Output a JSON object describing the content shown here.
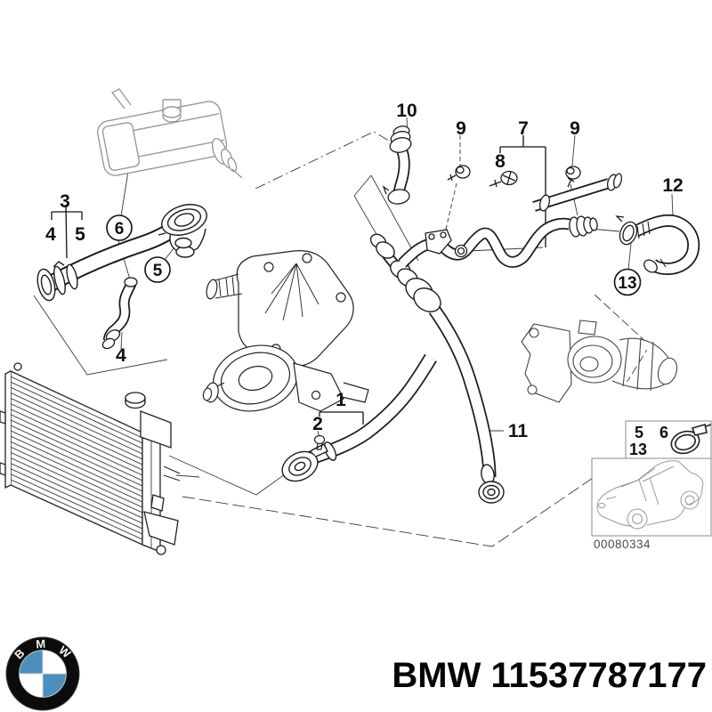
{
  "callouts": {
    "c1": "1",
    "c2": "2",
    "c3": "3",
    "c4_top": "4",
    "c5_top": "5",
    "c4_bottom": "4",
    "c5_circle": "5",
    "c6_circle": "6",
    "c7": "7",
    "c8": "8",
    "c9_left": "9",
    "c9_right": "9",
    "c10": "10",
    "c11": "11",
    "c12": "12",
    "c13_circle": "13"
  },
  "inset": {
    "clamp_labels": {
      "l5": "5",
      "l6": "6",
      "l13": "13"
    },
    "image_number": "00080334"
  },
  "footer": {
    "part_text": "BMW 11537787177",
    "logo_letters": {
      "b": "B",
      "m": "M",
      "w": "W"
    }
  },
  "colors": {
    "main_line": "#1c1c1c",
    "light_part": "#9a9a9a",
    "zone_line": "#3a3a3a",
    "bmw_blue": "#4c8fbf",
    "inset_number": "#4a4a4a"
  }
}
